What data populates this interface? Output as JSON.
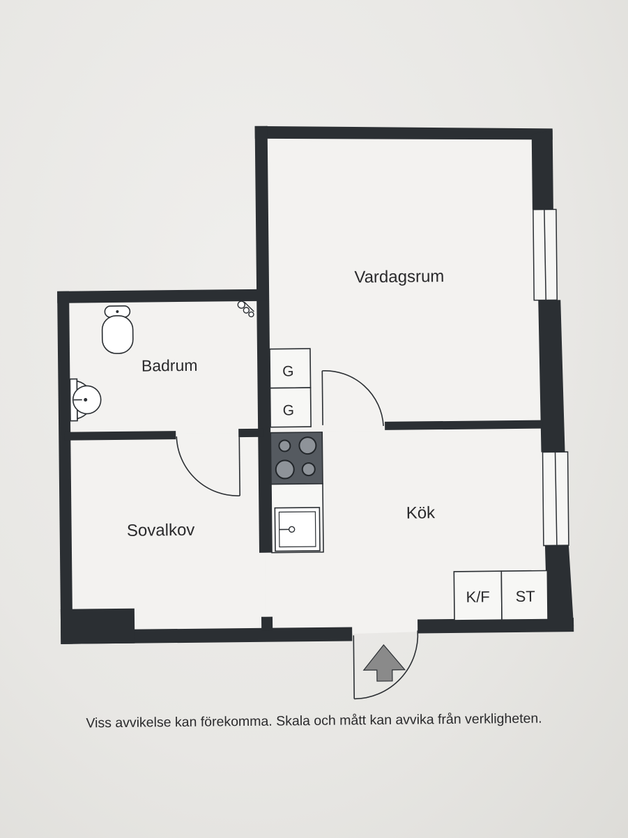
{
  "rooms": {
    "living_room": "Vardagsrum",
    "bathroom": "Badrum",
    "bedroom": "Sovalkov",
    "kitchen": "Kök"
  },
  "fixtures": {
    "cabinet_1": "G",
    "cabinet_2": "G",
    "fridge_freezer": "K/F",
    "storage": "ST"
  },
  "disclaimer": "Viss avvikelse kan förekomma. Skala och mått kan avvika från verkligheten."
}
